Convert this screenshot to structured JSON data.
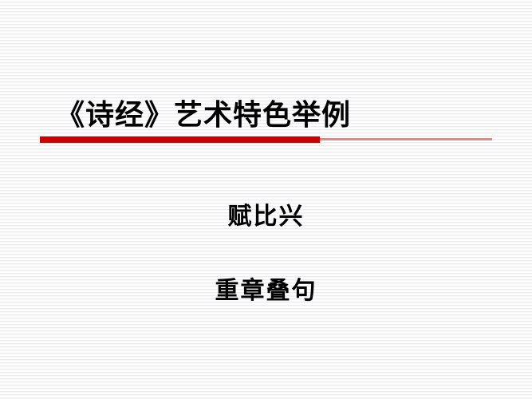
{
  "slide": {
    "title": "《诗经》艺术特色举例",
    "body_lines": [
      "赋比兴",
      "重章叠句"
    ],
    "colors": {
      "background": "#ffffff",
      "stripe": "#ececee",
      "title_text": "#000000",
      "rule_thick": "#cc0000",
      "rule_thin": "#e8857f",
      "body_text": "#000000"
    }
  }
}
